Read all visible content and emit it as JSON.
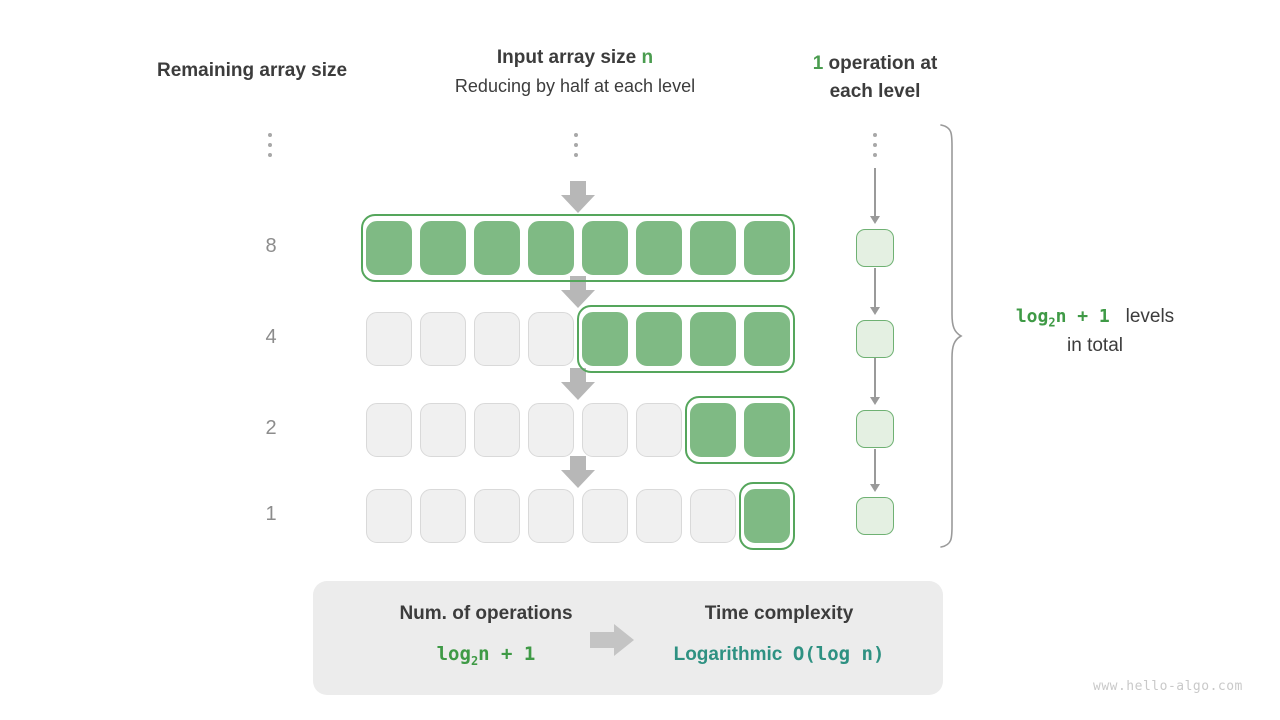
{
  "headers": {
    "left": "Remaining array size",
    "middle_main_prefix": "Input array size ",
    "middle_main_var": "n",
    "middle_sub": "Reducing by half at each level",
    "right_count": "1",
    "right_line1": " operation at",
    "right_line2": "each level"
  },
  "ellipsis": "vertical-ellipsis",
  "rows": [
    {
      "size_label": "8",
      "total_cells": 8,
      "active_cells": 8,
      "active_start": 0
    },
    {
      "size_label": "4",
      "total_cells": 8,
      "active_cells": 4,
      "active_start": 4
    },
    {
      "size_label": "2",
      "total_cells": 8,
      "active_cells": 2,
      "active_start": 6
    },
    {
      "size_label": "1",
      "total_cells": 8,
      "active_cells": 1,
      "active_start": 7
    }
  ],
  "operations": {
    "boxes": 4,
    "per_level": 1
  },
  "annotation": {
    "formula": "log",
    "formula_sub": "2",
    "formula_tail": "n + 1",
    "text_line1": "levels",
    "text_line2": "in total"
  },
  "summary": {
    "left_title": "Num. of operations",
    "left_value_head": "log",
    "left_value_sub": "2",
    "left_value_tail": "n + 1",
    "arrow": "right-arrow-icon",
    "right_title": "Time complexity",
    "right_value_word": "Logarithmic",
    "right_value_bigo": "O(log n)"
  },
  "watermark": "www.hello-algo.com",
  "colors": {
    "green_accent": "#4a9c4f",
    "cell_green": "#7fba84",
    "cell_green_border": "#55a65c",
    "cell_gray": "#f0f0f0",
    "cell_gray_border": "#d9d9d9",
    "op_box_fill": "#e4f0e2",
    "op_box_border": "#6fb173",
    "teal": "#2e9182",
    "arrow_gray": "#b7b7b7",
    "summary_bg": "#ececec",
    "label_gray": "#8c8c8c",
    "text_dark": "#3c3c3c"
  }
}
